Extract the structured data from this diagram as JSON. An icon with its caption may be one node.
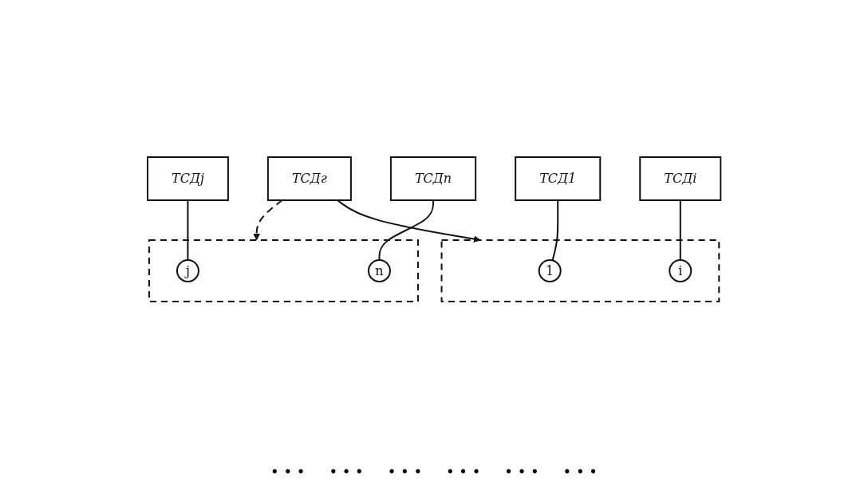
{
  "diagram": {
    "nodes": [
      {
        "text": [
          "ТСД1"
        ]
      },
      {
        "text": [
          "ТСДi"
        ]
      },
      {
        "text": [
          "ТСДj"
        ]
      },
      {
        "text": [
          "ТСДn"
        ]
      },
      {
        "text": [],
        "shape": "box"
      },
      {
        "text": [
          "1"
        ],
        "in": 4
      },
      {
        "text": [
          "i"
        ],
        "in": 4
      },
      {
        "text": [],
        "shape": "box"
      },
      {
        "text": [
          "j"
        ],
        "in": 7
      },
      {
        "text": [
          "n"
        ],
        "in": 7
      },
      {
        "text": [
          "ТСДг"
        ]
      }
    ],
    "edges": [
      {
        "from": 0,
        "to": 5,
        "arrow": "none"
      },
      {
        "from": 1,
        "to": 6,
        "arrow": "none"
      },
      {
        "from": 2,
        "to": 8,
        "arrow": "none"
      },
      {
        "from": 3,
        "to": 9,
        "arrow": "none"
      },
      {
        "from": 10,
        "to": 4,
        "arrow": "to"
      },
      {
        "from": 10,
        "to": 7,
        "arrow": "to",
        "style": "dashed"
      }
    ],
    "labels": [
      "• • •",
      "• • •",
      "• • •",
      "• • •",
      "• • •",
      "• • •"
    ]
  }
}
